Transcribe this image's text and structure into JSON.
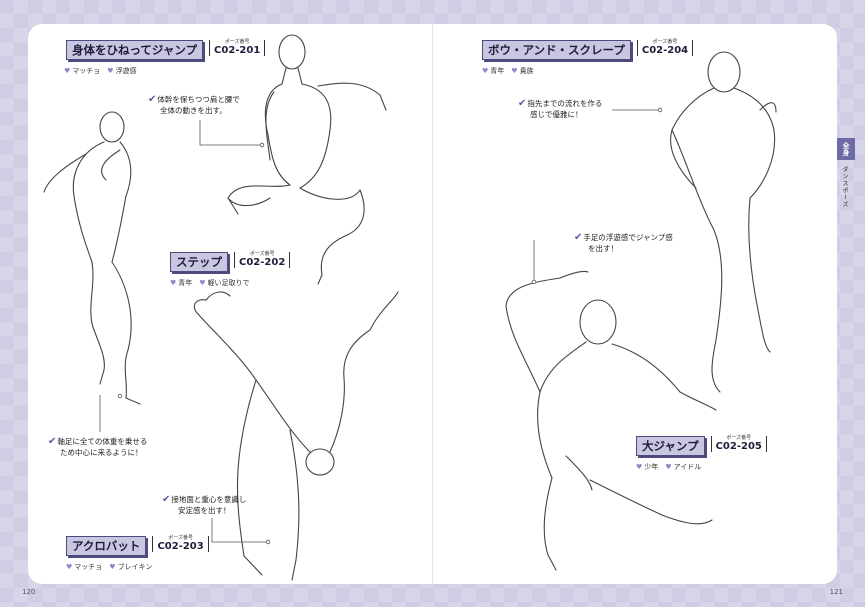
{
  "page_numbers": {
    "left": "120",
    "right": "121"
  },
  "side_tab": {
    "chapter": "全身",
    "label": "ダンスポーズ"
  },
  "common": {
    "code_label": "ポーズ番号"
  },
  "poses": {
    "hineri": {
      "title": "身体をひねってジャンプ",
      "code": "C02-201",
      "tags": [
        "マッチョ",
        "浮遊感"
      ]
    },
    "step": {
      "title": "ステップ",
      "code": "C02-202",
      "tags": [
        "青年",
        "軽い足取りで"
      ]
    },
    "acro": {
      "title": "アクロバット",
      "code": "C02-203",
      "tags": [
        "マッチョ",
        "ブレイキン"
      ]
    },
    "bow": {
      "title": "ボウ・アンド・スクレープ",
      "code": "C02-204",
      "tags": [
        "青年",
        "貴族"
      ]
    },
    "jump": {
      "title": "大ジャンプ",
      "code": "C02-205",
      "tags": [
        "少年",
        "アイドル"
      ]
    }
  },
  "notes": {
    "trunk": [
      "体幹を保ちつつ肩と腰で",
      "全体の動きを出す。"
    ],
    "axis": [
      "軸足に全ての体重を乗せる",
      "ため中心に来るように！"
    ],
    "ground": [
      "接地面と重心を意識し",
      "安定感を出す！"
    ],
    "finger": [
      "指先までの流れを作る",
      "感じで優雅に！"
    ],
    "float": [
      "手足の浮遊感でジャンプ感",
      "を出す！"
    ]
  }
}
